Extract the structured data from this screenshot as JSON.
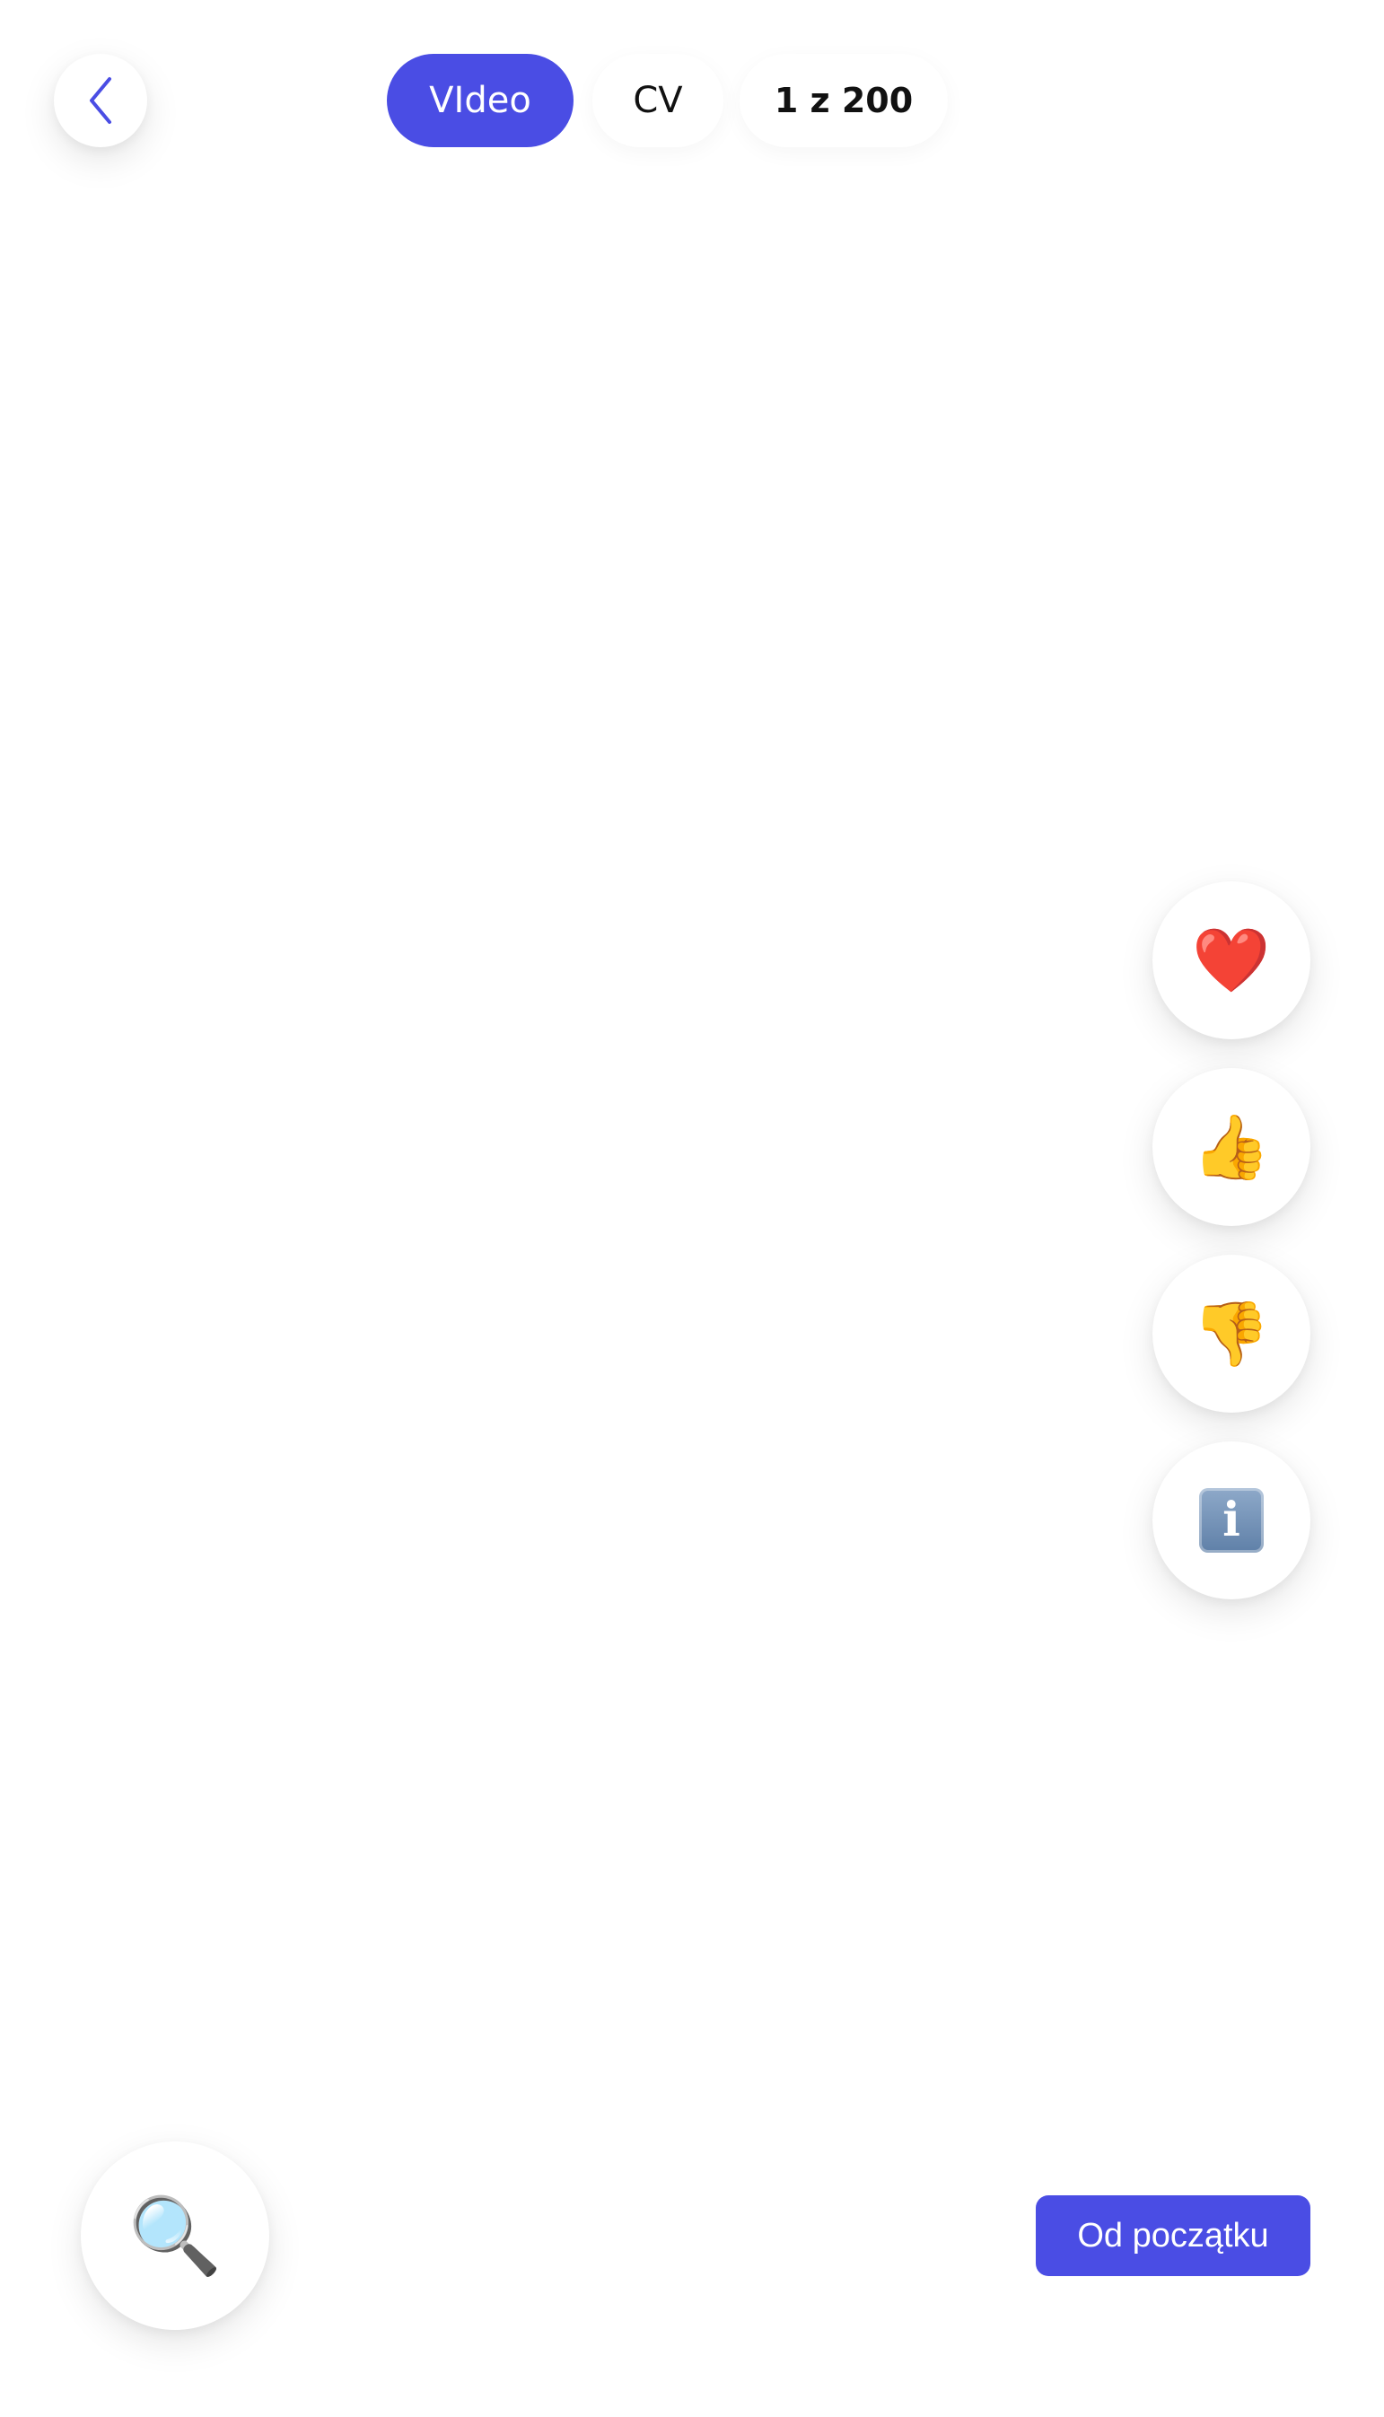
{
  "header": {
    "tabs": [
      {
        "label": "VIdeo",
        "active": true
      },
      {
        "label": "CV",
        "active": false
      }
    ],
    "counter": "1 z 200"
  },
  "actions": {
    "heart": "❤️",
    "like": "👍",
    "dislike": "👎",
    "info": "i"
  },
  "footer": {
    "search_icon": "🔍",
    "restart_label": "Od początku"
  },
  "colors": {
    "accent": "#4a4de4",
    "background": "#ffffff"
  }
}
